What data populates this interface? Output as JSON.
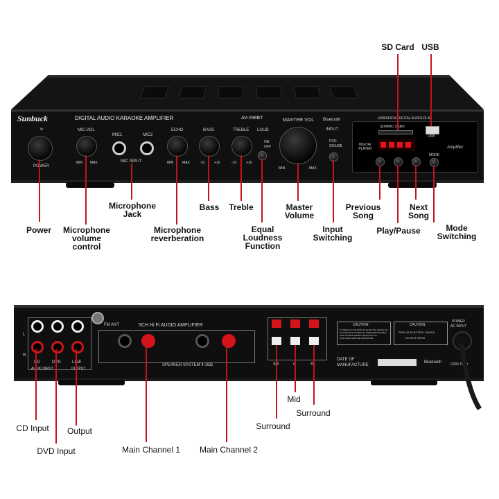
{
  "front": {
    "brand": "Sunbuck",
    "title": "DIGITAL AUDIO KARAOKE AMPLIFIER",
    "model": "AV-298BT",
    "mic_vol": "MIC.VOL",
    "min": "MIN",
    "max": "MAX",
    "mic1": "MIC1",
    "mic2": "MIC2",
    "mic_input": "MIC INPUT",
    "echo": "ECHO",
    "bass": "BASS",
    "treble": "TREBLE",
    "loud": "LOUD",
    "on": "ON",
    "off": "OFF",
    "master_vol": "MASTER VOL",
    "bluetooth": "Bluetooth",
    "input": "INPUT",
    "dvd": "DVD",
    "sd_usb": "SD/USB",
    "usb_sd_header": "USB/SD/FM DIGITAL AUDIO PLAY",
    "sd_mmc": "SD/MMC CARD",
    "usb": "USB",
    "digital_player": "DIGITAL PLAYER",
    "mode": "MODE",
    "amplifier": "Amplifier",
    "power": "POWER",
    "minus10": "-10",
    "plus10": "+10"
  },
  "back": {
    "fm_ant": "FM ANT",
    "title": "5CH Hi Fi AUDIO AMPLIFIER",
    "speaker_system": "SPEAKER SYSTEM 4-16Ω",
    "cd": "CD",
    "dvd": "DVD",
    "line": "LINE",
    "audio_input": "AUDIO INPUT",
    "output": "OUTPUT",
    "l": "L",
    "r": "R",
    "sr": "SR",
    "c": "C",
    "sl": "SL",
    "caution": "CAUTION",
    "caution_text": "TO REDUCE THE RISK OF ELECTRIC SHOCK DO NOT REMOVE COVER NO USER SERVICEABLE PARTS INSIDE REFER SERVICING TO QUALIFIED SERVICE PERSONNEL",
    "shock": "RISK OF ELECTRIC SHOCK",
    "do_not_open": "DO NOT OPEN",
    "date_of": "DATE OF",
    "manufacture": "MANUFACTURE",
    "bluetooth": "Bluetooth",
    "power_ac": "POWER",
    "ac_input": "AC INPUT",
    "voltage": "~220V 50Hz"
  },
  "callouts": {
    "sd_card": "SD Card",
    "usb": "USB",
    "power": "Power",
    "mic_volume": "Microphone\nvolume\ncontrol",
    "mic_jack": "Microphone\nJack",
    "mic_reverb": "Microphone\nreverberation",
    "bass": "Bass",
    "treble": "Treble",
    "equal_loudness": "Equal\nLoudness\nFunction",
    "master_volume": "Master\nVolume",
    "input_switching": "Input\nSwitching",
    "previous_song": "Previous\nSong",
    "play_pause": "Play/Pause",
    "next_song": "Next\nSong",
    "mode_switching": "Mode\nSwitching",
    "cd_input": "CD Input",
    "dvd_input": "DVD Input",
    "output": "Output",
    "main_channel_1": "Main Channel 1",
    "main_channel_2": "Main Channel 2",
    "surround_1": "Surround",
    "mid": "Mid",
    "surround_2": "Surround"
  },
  "colors": {
    "body": "#0f0f0f",
    "line": "#c0141a",
    "display": "#e2141a",
    "terminal_red": "#d4141a"
  }
}
